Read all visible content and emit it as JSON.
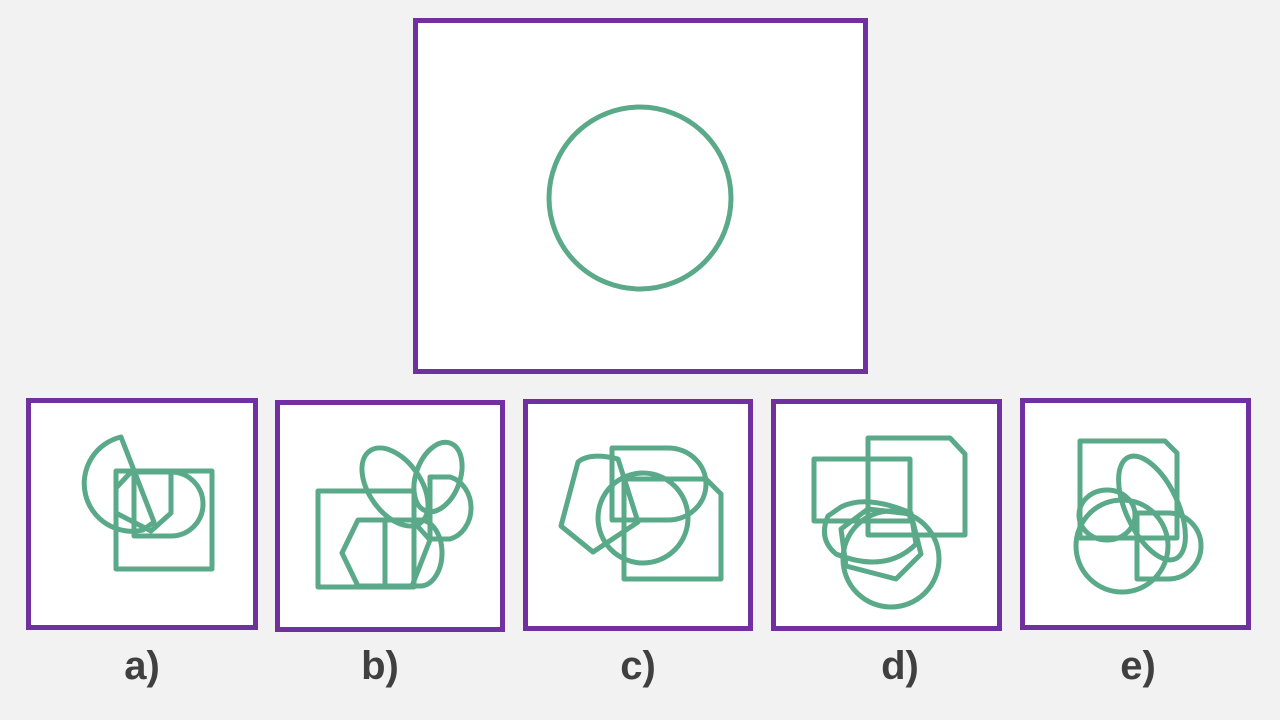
{
  "colors": {
    "background": "#f2f2f2",
    "panel_border": "#7030a0",
    "shape_stroke": "#5aaa8a",
    "label_text": "#404040"
  },
  "question": {
    "shape": "circle"
  },
  "options": [
    {
      "label": "a)"
    },
    {
      "label": "b)"
    },
    {
      "label": "c)"
    },
    {
      "label": "d)"
    },
    {
      "label": "e)"
    }
  ]
}
